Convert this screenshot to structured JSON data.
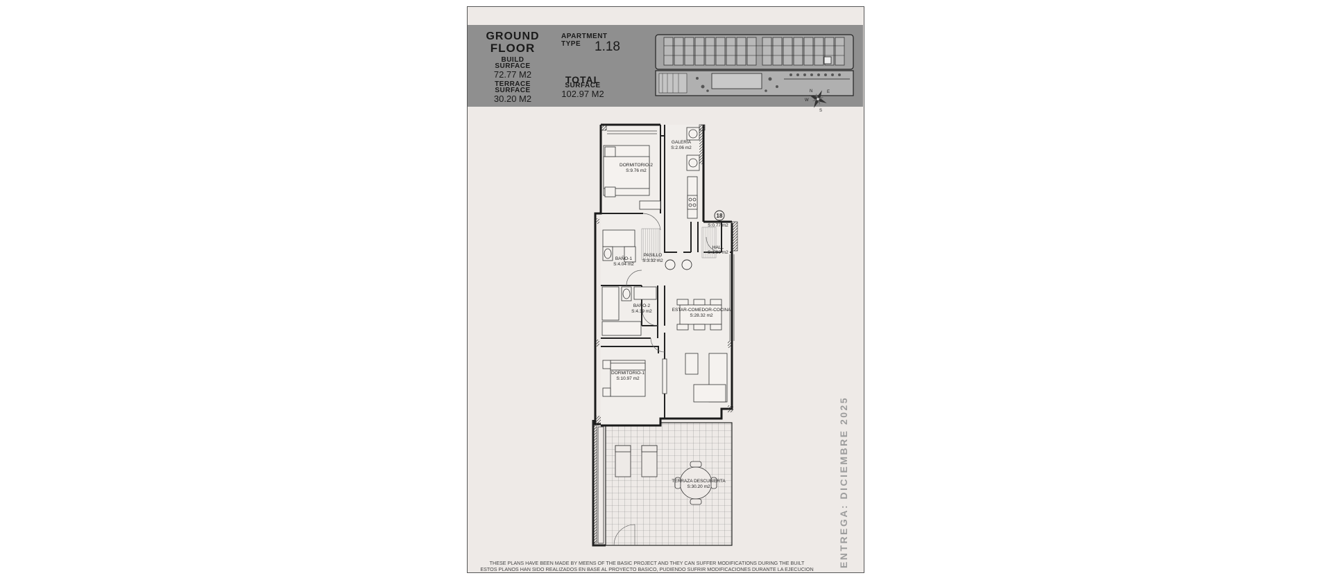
{
  "header": {
    "floor_line1": "GROUND",
    "floor_line2": "FLOOR",
    "build_surface_line1": "BUILD",
    "build_surface_line2": "SURFACE",
    "build_surface_value": "72.77 m2",
    "terrace_surface_line1": "TERRACE",
    "terrace_surface_line2": "SURFACE",
    "terrace_surface_value": "30.20 m2",
    "apartment_type_line1": "APARTMENT",
    "apartment_type_line2": "TYPE",
    "apartment_type_value": "1.18",
    "total_surface_line1": "TOTAL",
    "total_surface_line2": "SURFACE",
    "total_surface_value": "102.97 m2"
  },
  "rooms": {
    "dormitorio2": {
      "name": "DORMITORIO-2",
      "area": "S:9.76 m2"
    },
    "galeria": {
      "name": "GALERIA",
      "area": "S:2.06 m2"
    },
    "bano1": {
      "name": "BAÑO-1",
      "area": "S:4.04 m2"
    },
    "pasillo": {
      "name": "PASILLO",
      "area": "S:3.32 m2"
    },
    "entry": {
      "area": "S:0.77 m2"
    },
    "hall": {
      "name": "HALL",
      "area": "S:1.89 m2"
    },
    "bano2": {
      "name": "BAÑO-2",
      "area": "S:4.39 m2"
    },
    "estar": {
      "name": "ESTAR-COMEDOR-COCINA",
      "area": "S:28.32 m2"
    },
    "dormitorio1": {
      "name": "DORMITORIO-1",
      "area": "S:10.97 m2"
    },
    "terraza": {
      "name": "TERRAZA DESCUBIERTA",
      "area": "S:30.20 m2"
    }
  },
  "unit_number": "18",
  "compass": {
    "north": "N",
    "south": "S",
    "east": "E",
    "west": "W"
  },
  "delivery": "ENTREGA: DICIEMBRE 2025",
  "disclaimer": {
    "line1": "THESE PLANS HAVE BEEN MADE BY MEENS OF THE BASIC PROJECT AND THEY CAN SUFFER MODIFICATIONS DURING THE BUILT",
    "line2": "ESTOS PLANOS HAN SIDO REALIZADOS EN BASE AL PROYECTO BASICO, PUDIENDO SUFRIR MODIFICACIONES DURANTE LA EJECUCION"
  },
  "colors": {
    "sheet": "#eeeae7",
    "banner": "#8f8f8f",
    "wall": "#1a1a1a",
    "hatch": "#888888"
  },
  "icons": [
    "compass-rose-icon",
    "site-plan-thumbnail"
  ]
}
